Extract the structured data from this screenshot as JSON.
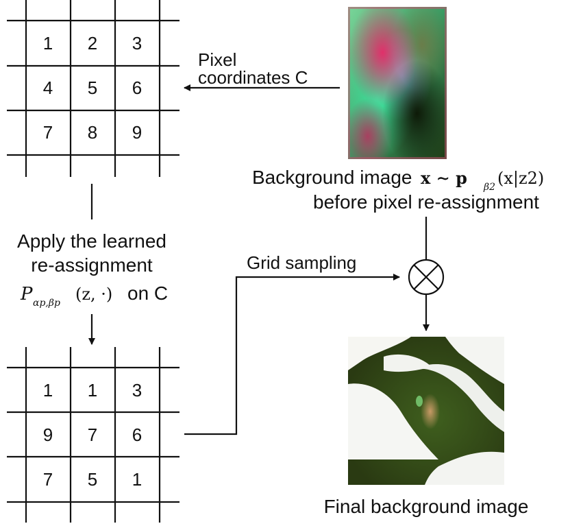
{
  "top_grid": {
    "cells": [
      "1",
      "2",
      "3",
      "4",
      "5",
      "6",
      "7",
      "8",
      "9"
    ]
  },
  "bottom_grid": {
    "cells": [
      "1",
      "1",
      "3",
      "9",
      "7",
      "6",
      "7",
      "5",
      "1"
    ]
  },
  "labels": {
    "pixel_line1": "Pixel",
    "pixel_line2": "coordinates C",
    "apply_line1": "Apply the learned",
    "apply_line2": "re-assignment",
    "apply_line3_suffix": "on C",
    "grid_sampling": "Grid sampling",
    "bg_line1_prefix": "Background image",
    "bg_line2": "before pixel re-assignment",
    "final": "Final background image"
  },
  "math": {
    "reassign_P": "P",
    "reassign_sub": "αp,βp",
    "reassign_args": "(z, ·)",
    "bg_expr": "x ∼ p",
    "bg_sub": "β2",
    "bg_args": "(x|z2)"
  },
  "colors": {
    "lines": "#111111",
    "background": "#ffffff"
  }
}
